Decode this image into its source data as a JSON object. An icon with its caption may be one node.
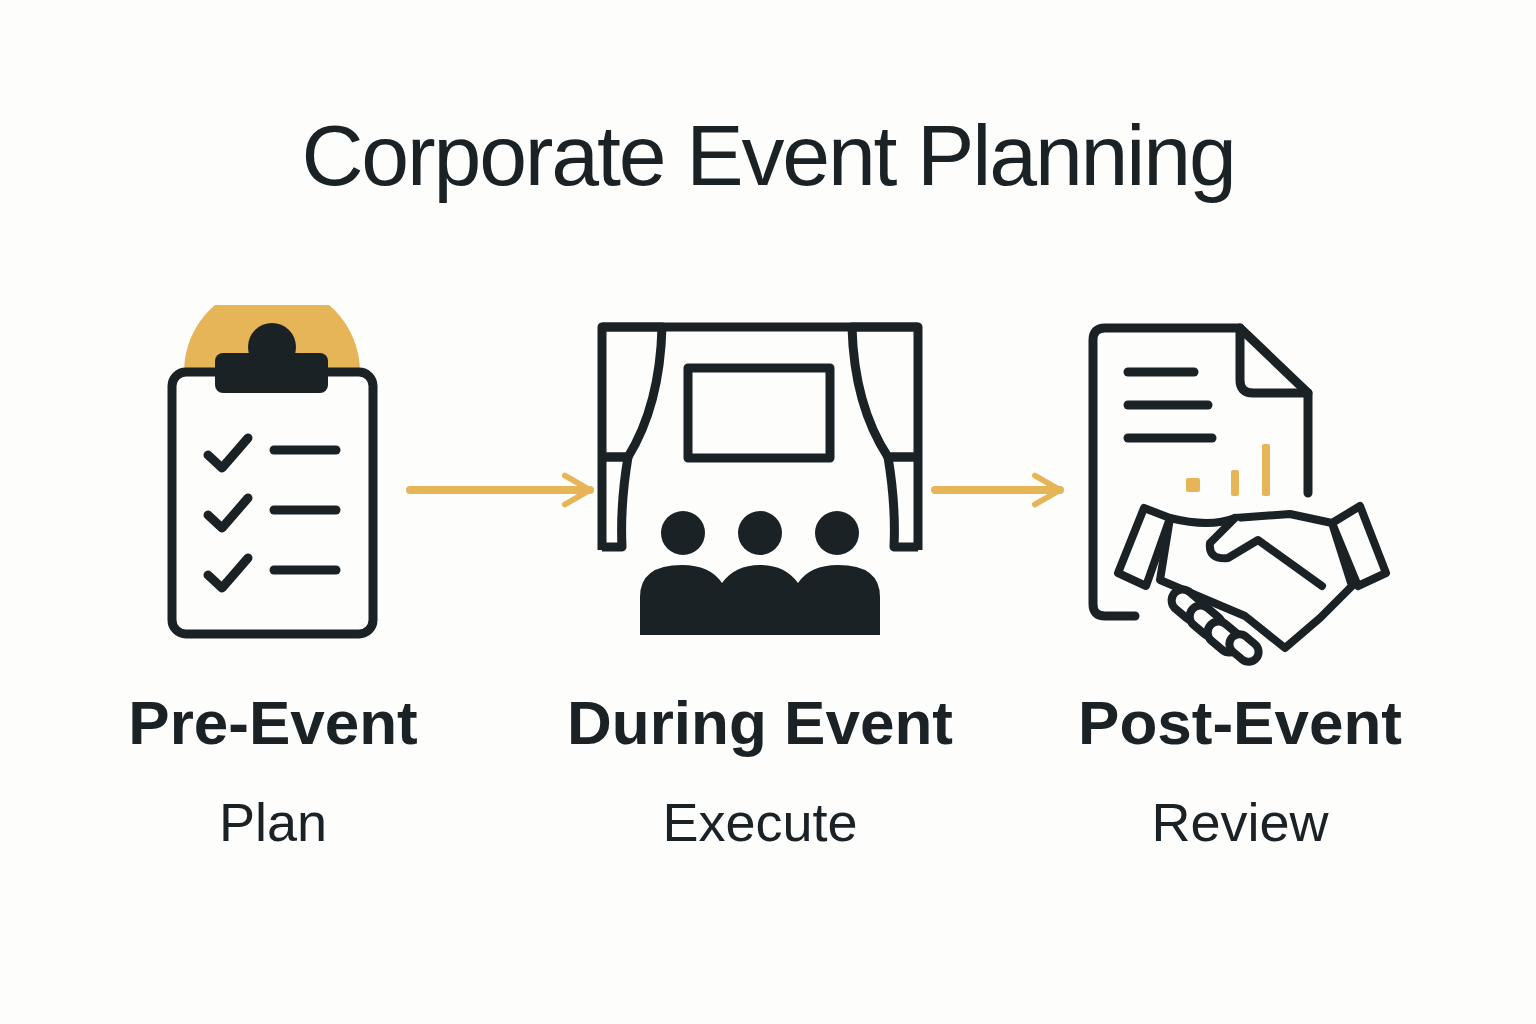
{
  "diagram": {
    "title": "Corporate Event Planning",
    "nodes": [
      {
        "text": [],
        "shape": "picture",
        "beside": [
          "Pre-Event",
          "Plan"
        ]
      },
      {
        "text": [],
        "shape": "picture",
        "beside": [
          "During Event",
          "Execute"
        ]
      },
      {
        "text": [],
        "shape": "picture",
        "beside": [
          "Post-Event",
          "Review"
        ]
      }
    ],
    "edges": [
      {
        "from": 0,
        "to": 1,
        "arrow": "to"
      },
      {
        "from": 1,
        "to": 2,
        "arrow": "to"
      }
    ]
  }
}
